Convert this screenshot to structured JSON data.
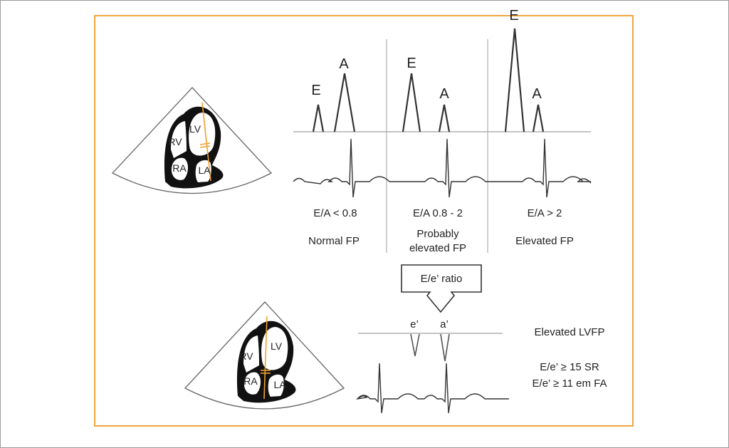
{
  "colors": {
    "frame": "#f0a640",
    "tracing": "#333333",
    "baseline": "#b0b0b0",
    "axis_line": "#f0a030"
  },
  "top_view": {
    "chambers": [
      "LV",
      "RV",
      "RA",
      "LA"
    ]
  },
  "bottom_view": {
    "chambers": [
      "LV",
      "RV",
      "RA",
      "LA"
    ]
  },
  "panels": [
    {
      "peak_e": "E",
      "peak_a": "A",
      "ratio": "E/A < 0.8",
      "line1": "Normal FP",
      "line2": ""
    },
    {
      "peak_e": "E",
      "peak_a": "A",
      "ratio": "E/A 0.8 - 2",
      "line1": "Probably",
      "line2": "elevated FP"
    },
    {
      "peak_e": "E",
      "peak_a": "A",
      "ratio": "E/A > 2",
      "line1": "Elevated FP",
      "line2": ""
    }
  ],
  "arrow_box": {
    "label": "E/e’ ratio"
  },
  "tissue": {
    "e_label": "e’",
    "a_label": "a’"
  },
  "result": {
    "title": "Elevated LVFP",
    "crit1": "E/e’ ≥ 15 SR",
    "crit2": "E/e’ ≥ 11 em FA"
  }
}
